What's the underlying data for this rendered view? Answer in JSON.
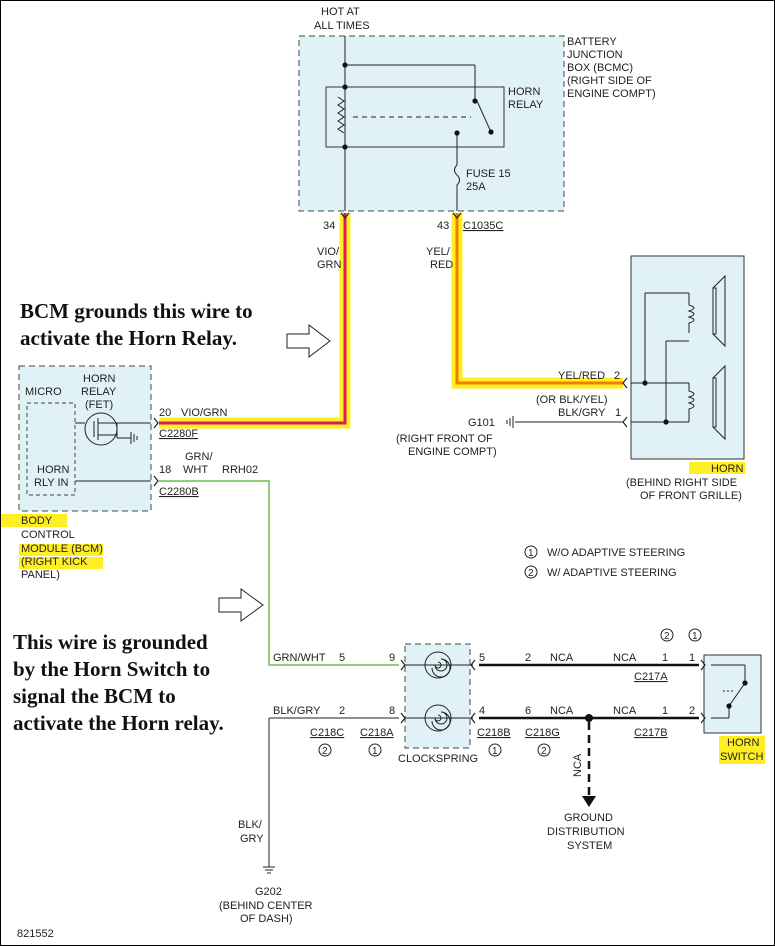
{
  "diagram_id": "821552",
  "bcmc": {
    "hot": [
      "HOT AT",
      "ALL TIMES"
    ],
    "title": [
      "BATTERY",
      "JUNCTION",
      "BOX (BCMC)",
      "(RIGHT SIDE OF",
      "ENGINE COMPT)"
    ],
    "relay": [
      "HORN",
      "RELAY"
    ],
    "fuse": [
      "FUSE 15",
      "25A"
    ],
    "pin34": "34",
    "pin43": "43",
    "connector": "C1035C"
  },
  "wires": {
    "vio_grn": [
      "VIO/",
      "GRN"
    ],
    "yel_red": [
      "YEL/",
      "RED"
    ]
  },
  "horn": {
    "pin2_wire": "YEL/RED",
    "pin2": "2",
    "alt": "(OR BLK/YEL)",
    "pin1_wire": "BLK/GRY",
    "pin1": "1",
    "ground": "G101",
    "ground_loc": [
      "(RIGHT FRONT OF",
      "ENGINE COMPT)"
    ],
    "label": "HORN",
    "loc": [
      "(BEHIND RIGHT SIDE",
      "OF FRONT GRILLE)"
    ]
  },
  "bcm": {
    "micro": "MICRO",
    "relay_fet": [
      "HORN",
      "RELAY",
      "(FET)"
    ],
    "horn_rly_in": [
      "HORN",
      "RLY IN"
    ],
    "pin20": "20",
    "pin20_wire": "VIO/GRN",
    "conn_f": "C2280F",
    "pin18": "18",
    "pin18_wire": [
      "GRN/",
      "WHT"
    ],
    "circuit": "RRH02",
    "conn_b": "C2280B",
    "label": [
      "BODY",
      "CONTROL",
      "MODULE (BCM)",
      "(RIGHT KICK",
      "PANEL)"
    ]
  },
  "legend": {
    "one_mark": "1",
    "one": "W/O ADAPTIVE STEERING",
    "two_mark": "2",
    "two": "W/ ADAPTIVE STEERING"
  },
  "clockspring": {
    "label": "CLOCKSPRING",
    "left_wire_top": "GRN/WHT",
    "left_pin_top": "5",
    "cs_pin_9": "9",
    "left_wire_bot": "BLK/GRY",
    "left_pin_bot": "2",
    "cs_pin_8": "8",
    "c218c": "C218C",
    "c218a": "C218A",
    "cs_pin_5": "5",
    "cs_pin_4": "4",
    "c218b": "C218B",
    "pin_2": "2",
    "pin_6": "6",
    "c218g": "C218G",
    "nca": "NCA"
  },
  "horn_switch": {
    "pin1": "1",
    "pin2": "2",
    "c217a": "C217A",
    "c217b": "C217B",
    "label": [
      "HORN",
      "SWITCH"
    ]
  },
  "ground_dist": [
    "GROUND",
    "DISTRIBUTION",
    "SYSTEM"
  ],
  "g202": {
    "wire": [
      "BLK/",
      "GRY"
    ],
    "id": "G202",
    "loc": [
      "(BEHIND CENTER",
      "OF DASH)"
    ]
  },
  "annotations": {
    "relay_note": [
      "BCM grounds this wire to",
      "activate the Horn Relay."
    ],
    "switch_note": [
      "This wire is grounded",
      "by the Horn Switch to",
      "signal the BCM to",
      "activate the Horn relay."
    ]
  },
  "colors": {
    "highlight_yellow": "#ffee22",
    "vio_grn_wire": "#d81b60",
    "yel_red_wire": "#f57c00",
    "grn_wht_wire": "#6abf4b",
    "box_fill": "#e1f2f7"
  }
}
